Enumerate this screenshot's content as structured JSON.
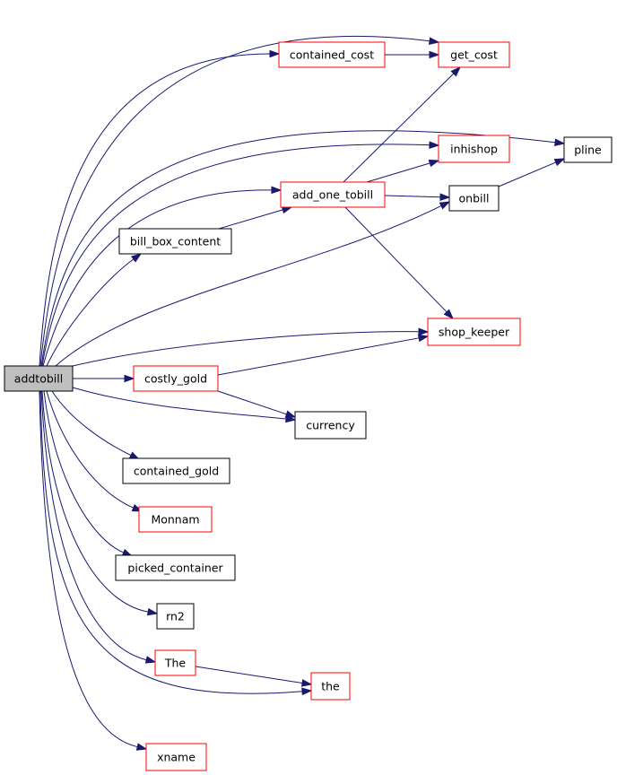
{
  "colors": {
    "edge": "#191970",
    "root_fill": "#bfbfbf",
    "node_fill": "#ffffff",
    "border_black": "#000000",
    "border_red": "#ff0000"
  },
  "nodes": [
    {
      "id": "addtobill",
      "label": "addtobill",
      "style": "root"
    },
    {
      "id": "contained_cost",
      "label": "contained_cost",
      "style": "red"
    },
    {
      "id": "get_cost",
      "label": "get_cost",
      "style": "red"
    },
    {
      "id": "pline",
      "label": "pline",
      "style": "black"
    },
    {
      "id": "inhishop",
      "label": "inhishop",
      "style": "red"
    },
    {
      "id": "add_one_tobill",
      "label": "add_one_tobill",
      "style": "red"
    },
    {
      "id": "onbill",
      "label": "onbill",
      "style": "black"
    },
    {
      "id": "bill_box_content",
      "label": "bill_box_content",
      "style": "black"
    },
    {
      "id": "shop_keeper",
      "label": "shop_keeper",
      "style": "red"
    },
    {
      "id": "costly_gold",
      "label": "costly_gold",
      "style": "red"
    },
    {
      "id": "currency",
      "label": "currency",
      "style": "black"
    },
    {
      "id": "contained_gold",
      "label": "contained_gold",
      "style": "black"
    },
    {
      "id": "Monnam",
      "label": "Monnam",
      "style": "red"
    },
    {
      "id": "picked_container",
      "label": "picked_container",
      "style": "black"
    },
    {
      "id": "rn2",
      "label": "rn2",
      "style": "black"
    },
    {
      "id": "The",
      "label": "The",
      "style": "red"
    },
    {
      "id": "the",
      "label": "the",
      "style": "red"
    },
    {
      "id": "xname",
      "label": "xname",
      "style": "red"
    }
  ],
  "edges": [
    {
      "from": "addtobill",
      "to": "get_cost"
    },
    {
      "from": "addtobill",
      "to": "contained_cost"
    },
    {
      "from": "addtobill",
      "to": "pline"
    },
    {
      "from": "addtobill",
      "to": "inhishop"
    },
    {
      "from": "addtobill",
      "to": "add_one_tobill"
    },
    {
      "from": "addtobill",
      "to": "onbill"
    },
    {
      "from": "addtobill",
      "to": "bill_box_content"
    },
    {
      "from": "addtobill",
      "to": "shop_keeper"
    },
    {
      "from": "addtobill",
      "to": "costly_gold"
    },
    {
      "from": "addtobill",
      "to": "currency"
    },
    {
      "from": "addtobill",
      "to": "contained_gold"
    },
    {
      "from": "addtobill",
      "to": "Monnam"
    },
    {
      "from": "addtobill",
      "to": "picked_container"
    },
    {
      "from": "addtobill",
      "to": "rn2"
    },
    {
      "from": "addtobill",
      "to": "The"
    },
    {
      "from": "addtobill",
      "to": "the"
    },
    {
      "from": "addtobill",
      "to": "xname"
    },
    {
      "from": "contained_cost",
      "to": "get_cost"
    },
    {
      "from": "add_one_tobill",
      "to": "get_cost"
    },
    {
      "from": "add_one_tobill",
      "to": "inhishop"
    },
    {
      "from": "add_one_tobill",
      "to": "onbill"
    },
    {
      "from": "add_one_tobill",
      "to": "shop_keeper"
    },
    {
      "from": "onbill",
      "to": "pline"
    },
    {
      "from": "bill_box_content",
      "to": "add_one_tobill"
    },
    {
      "from": "costly_gold",
      "to": "shop_keeper"
    },
    {
      "from": "costly_gold",
      "to": "currency"
    },
    {
      "from": "The",
      "to": "the"
    }
  ]
}
